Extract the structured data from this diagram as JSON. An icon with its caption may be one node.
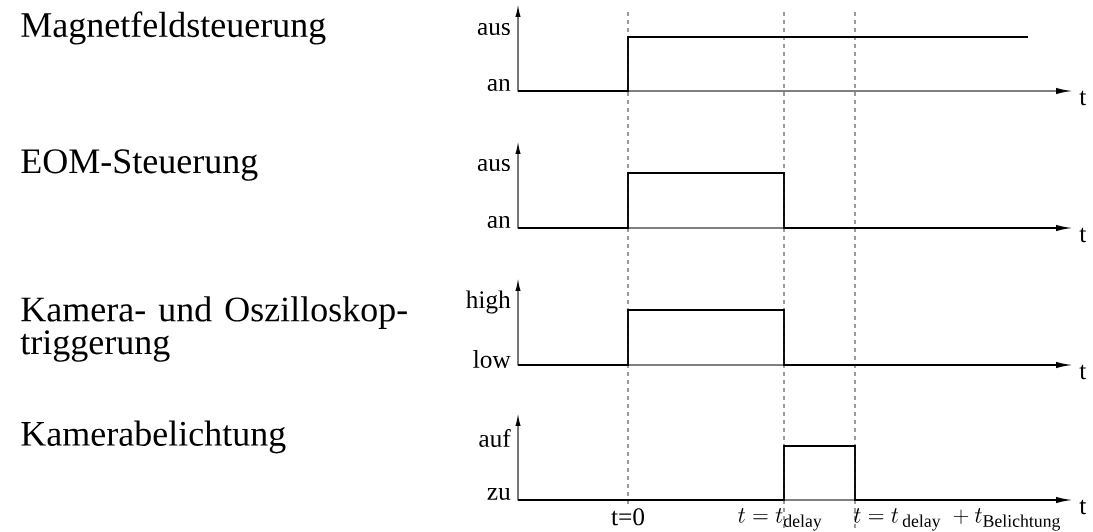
{
  "diagram": {
    "labels": [
      "Magnetfeldsteuerung",
      "aus",
      "an",
      "t",
      "EOM-Steuerung",
      "aus",
      "an",
      "t",
      "Kamera- und Oszilloskop-triggerung",
      "high",
      "low",
      "t",
      "Kamerabelichtung",
      "auf",
      "zu",
      "t",
      "t=0",
      "t=t_{\\mathrm{delay}}",
      "t=t_{\\,\\mathrm{delay}}\\;+t_{\\mathrm{Belichtung}}"
    ]
  }
}
